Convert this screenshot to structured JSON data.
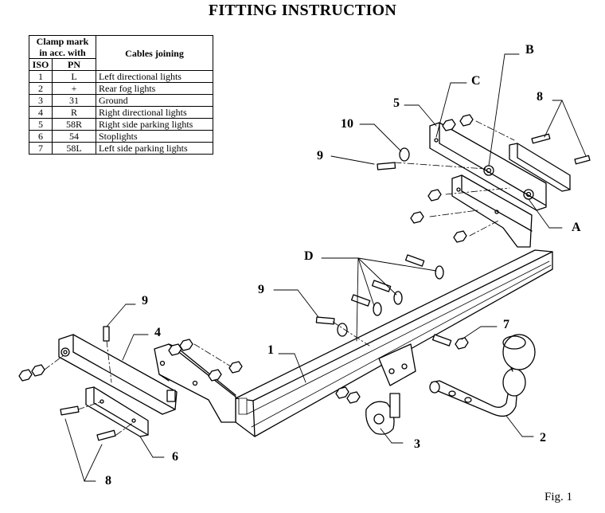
{
  "title": "FITTING INSTRUCTION",
  "table": {
    "header_clamp": "Clamp mark",
    "header_clamp2": "in acc. with",
    "header_cables": "Cables joining",
    "header_iso": "ISO",
    "header_pn": "PN",
    "rows": [
      {
        "iso": "1",
        "pn": "L",
        "desc": "Left directional lights"
      },
      {
        "iso": "2",
        "pn": "+",
        "desc": "Rear fog lights"
      },
      {
        "iso": "3",
        "pn": "31",
        "desc": "Ground"
      },
      {
        "iso": "4",
        "pn": "R",
        "desc": "Right directional lights"
      },
      {
        "iso": "5",
        "pn": "58R",
        "desc": "Right side parking lights"
      },
      {
        "iso": "6",
        "pn": "54",
        "desc": "Stoplights"
      },
      {
        "iso": "7",
        "pn": "58L",
        "desc": "Left side parking lights"
      }
    ]
  },
  "labels": {
    "b": "B",
    "c": "C",
    "a": "A",
    "d": "D",
    "n5": "5",
    "n10": "10",
    "n9a": "9",
    "n8a": "8",
    "n9b": "9",
    "n9c": "9",
    "n4": "4",
    "n1": "1",
    "n7": "7",
    "n2": "2",
    "n3": "3",
    "n6": "6",
    "n8b": "8"
  },
  "figure_caption": "Fig. 1"
}
